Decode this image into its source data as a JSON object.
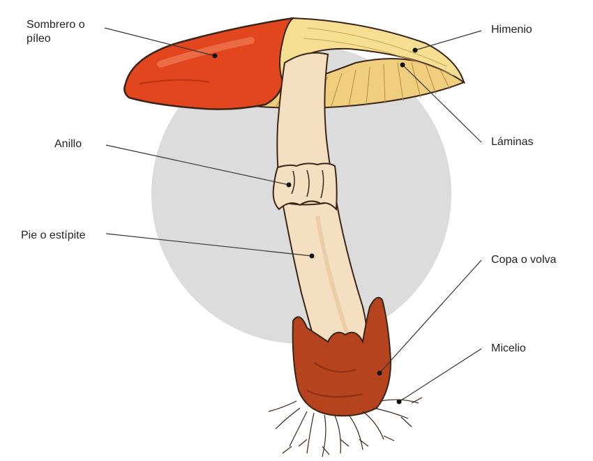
{
  "labels": {
    "cap_line1": "Sombrero o",
    "cap_line2": "píleo",
    "hymenium": "Himenio",
    "gills": "Láminas",
    "ring": "Anillo",
    "stem": "Pie o estípite",
    "volva": "Copa o volva",
    "mycelium": "Micelio"
  },
  "colors": {
    "background_circle": "#dcdcdc",
    "cap": "#e2461f",
    "cap_highlight": "#f0704a",
    "gills": "#f1d68a",
    "hymenium": "#f6df93",
    "stem": "#f4dfc1",
    "volva": "#b5431e",
    "outline": "#3a2418",
    "leader": "#333333"
  }
}
